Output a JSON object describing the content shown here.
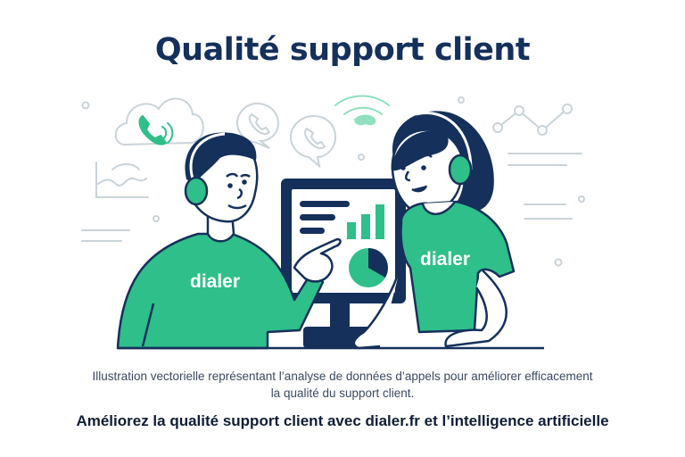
{
  "header": {
    "title": "Qualité support client"
  },
  "illustration": {
    "agent_left": {
      "shirt_logo": "dialer"
    },
    "agent_right": {
      "shirt_logo": "dialer"
    },
    "icons": [
      "phone-cloud-icon",
      "phone-bubble-icon",
      "phone-bubble-icon",
      "wifi-signal-icon",
      "line-chart-icon",
      "wave-chart-icon",
      "bar-chart-icon",
      "pie-chart-icon"
    ]
  },
  "caption": {
    "line1": "Illustration vectorielle représentant l’analyse de données d’appels pour améliorer efficacement",
    "line2": "la qualité du support client."
  },
  "tagline": "Améliorez la qualité support client avec dialer.fr et l’intelligence artificielle",
  "colors": {
    "navy": "#15305b",
    "green": "#2fbf8a",
    "light_green": "#8fe0bf",
    "outline_gray": "#c9d3d9",
    "caption": "#3b4960"
  }
}
